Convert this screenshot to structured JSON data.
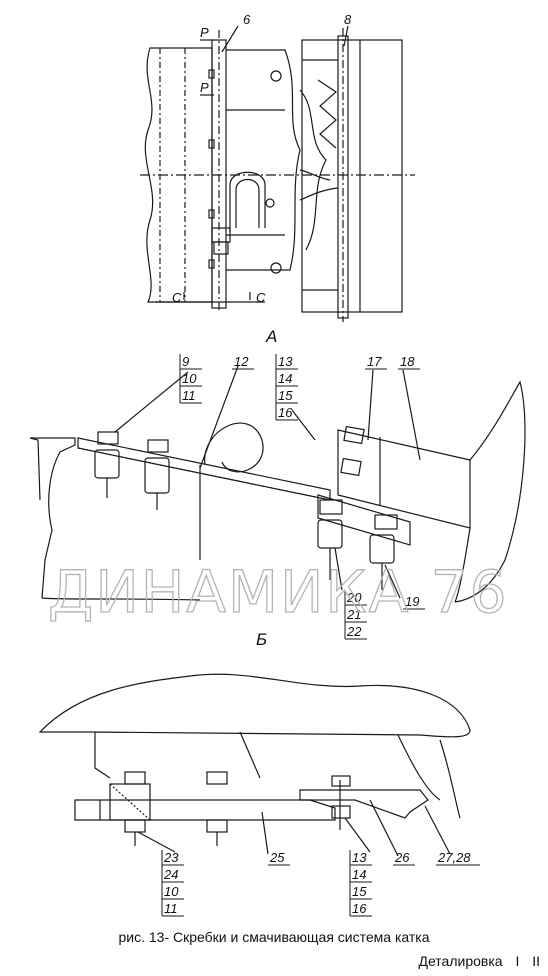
{
  "views": {
    "a": {
      "title": "А",
      "section_marks": [
        "Р",
        "Р",
        "С",
        "С"
      ],
      "callouts": [
        "6",
        "8"
      ]
    },
    "b": {
      "title": "Б",
      "callouts_top": [
        {
          "stack": [
            "9",
            "10",
            "11"
          ]
        },
        {
          "stack": [
            "12"
          ]
        },
        {
          "stack": [
            "13",
            "14",
            "15",
            "16"
          ]
        },
        {
          "stack": [
            "17"
          ]
        },
        {
          "stack": [
            "18"
          ]
        }
      ],
      "callouts_bottom": [
        {
          "stack": [
            "20",
            "21",
            "22"
          ]
        },
        {
          "stack": [
            "19"
          ]
        }
      ]
    },
    "c": {
      "callouts": [
        {
          "stack": [
            "23",
            "24",
            "10",
            "11"
          ]
        },
        {
          "stack": [
            "25"
          ]
        },
        {
          "stack": [
            "13",
            "14",
            "15",
            "16"
          ]
        },
        {
          "stack": [
            "26"
          ]
        },
        {
          "stack": [
            "27,28"
          ]
        }
      ]
    }
  },
  "watermark": "ДИНАМИКА 76",
  "caption": "рис.  13- Скребки и смачивающая система катка",
  "footer": {
    "label": "Деталировка",
    "pages": [
      "I",
      "II"
    ]
  },
  "colors": {
    "line": "#1a1a1a",
    "watermark": "#b4b4b4"
  }
}
